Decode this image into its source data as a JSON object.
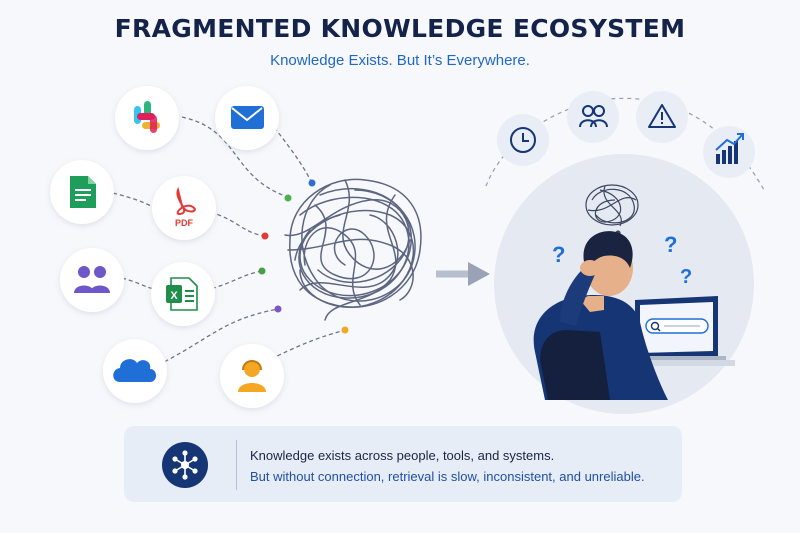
{
  "header": {
    "title": "FRAGMENTED KNOWLEDGE ECOSYSTEM",
    "subtitle": "Knowledge Exists. But It’s Everywhere."
  },
  "sources": {
    "pdf_label": "PDF",
    "sheet_label": "X"
  },
  "icons": {
    "left_sources": [
      "slack-icon",
      "email-icon",
      "document-icon",
      "pdf-icon",
      "team-icon",
      "spreadsheet-icon",
      "cloud-icon",
      "expert-person-icon"
    ],
    "top_right": [
      "clock-icon",
      "people-icon",
      "warning-icon",
      "bar-chart-icon"
    ],
    "info": "network-hub-icon"
  },
  "scene": {
    "question_mark": "?"
  },
  "info_bar": {
    "line1": "Knowledge exists across people, tools, and systems.",
    "line2": "But without connection, retrieval is slow, inconsistent, and unreliable."
  },
  "colors": {
    "title": "#13234a",
    "subtitle": "#1f67c8",
    "navy": "#163574",
    "accent_blue": "#1f67c8"
  }
}
